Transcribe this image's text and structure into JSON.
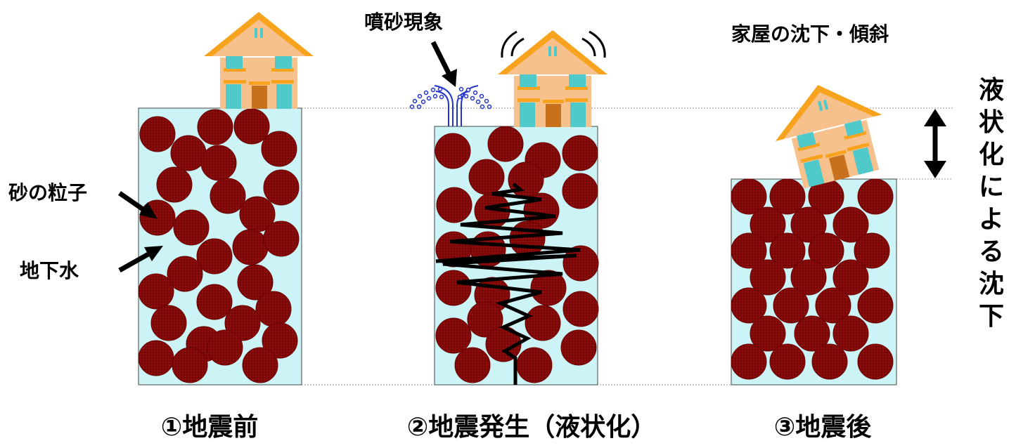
{
  "labels": {
    "sand": "砂の粒子",
    "groundwater": "地下水",
    "sand_boil": "噴砂現象",
    "house_tilt": "家屋の沈下・傾斜",
    "liquefaction_subsidence": [
      "液",
      "状",
      "化",
      "に",
      "よ",
      "る",
      "沈",
      "下"
    ]
  },
  "columns": [
    {
      "caption": "①地震前"
    },
    {
      "caption": "②地震発生（液状化）"
    },
    {
      "caption": "③地震後"
    }
  ],
  "colors": {
    "water": "#ccf4f6",
    "particle": "#8b0a0a",
    "particle_dot": "#5a0505",
    "house_wall": "#f7c18e",
    "house_roof": "#f7a31d",
    "house_window": "#4fc9c9",
    "house_door": "#c8711c",
    "sand_boil": "#2233cc"
  }
}
